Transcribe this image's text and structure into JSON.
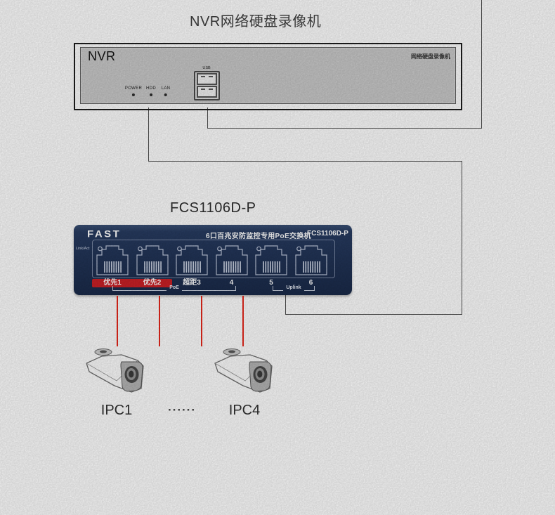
{
  "diagram_title": "NVR网络硬盘录像机",
  "nvr": {
    "name": "NVR",
    "panel_label": "网络硬盘录像机",
    "leds": [
      "POWER",
      "HDD",
      "LAN"
    ],
    "usb_label": "USB"
  },
  "poe_switch": {
    "heading": "FCS1106D-P",
    "brand": "FAST",
    "product_title": "6口百兆安防监控专用PoE交换机",
    "model": "FCS1106D-P",
    "link_act": "Link/Act",
    "port_labels": [
      "优先1",
      "优先2",
      "超距3",
      "4",
      "5",
      "6"
    ],
    "poe_group_label": "PoE",
    "uplink_group_label": "Uplink"
  },
  "cameras": {
    "first_label": "IPC1",
    "ellipsis": "······",
    "last_label": "IPC4"
  },
  "colors": {
    "switch_navy": "#203254",
    "priority_red": "#c92026",
    "cable_red": "#e5271b",
    "connector_line": "#4f4f4f",
    "panel_gray": "#c8c8c8"
  }
}
